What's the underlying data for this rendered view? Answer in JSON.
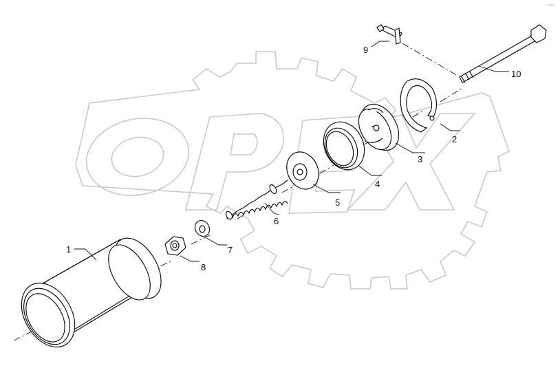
{
  "watermark": {
    "text": "OPEX"
  },
  "corner_mark": "ᵖ ʷᵒᵒ",
  "parts": [
    {
      "number": "1"
    },
    {
      "number": "2"
    },
    {
      "number": "3"
    },
    {
      "number": "4"
    },
    {
      "number": "5"
    },
    {
      "number": "6"
    },
    {
      "number": "7"
    },
    {
      "number": "8"
    },
    {
      "number": "9"
    },
    {
      "number": "10"
    }
  ]
}
